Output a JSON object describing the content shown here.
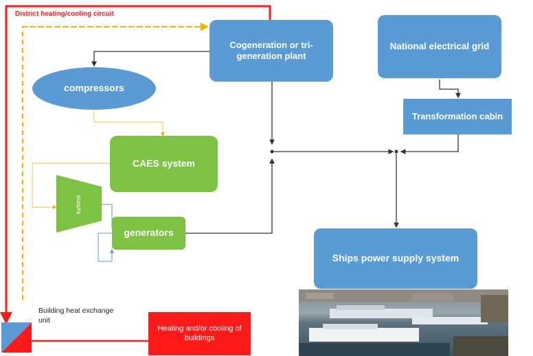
{
  "circuit_label": "District heating/cooling circuit",
  "nodes": {
    "cogeneration": "Cogeneration or tri-generation plant",
    "grid": "National electrical grid",
    "transformation": "Transformation cabin",
    "compressors": "compressors",
    "caes": "CAES system",
    "turbine": "turbine",
    "generators": "generators",
    "ships": "Ships power supply system",
    "building_heat": "Building heat exchange unit",
    "heating_cooling": "Heating and/or cooling of buildings"
  },
  "photo": {
    "icon": "harbor-ships-photo"
  },
  "colors": {
    "blue": "#5b9bd5",
    "green": "#7dc242",
    "red": "#ff1a1a",
    "dashed_yellow": "#f0b400",
    "thin_yellow": "#f5c242",
    "thin_blue": "#5b9bd5",
    "dark_line": "#333333"
  }
}
